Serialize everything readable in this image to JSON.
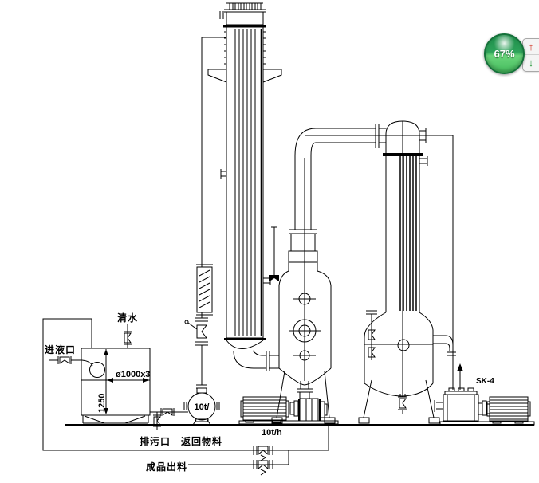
{
  "zoom_widget": {
    "value": "67%",
    "up_arrow": "↑",
    "down_arrow": "↓"
  },
  "labels": {
    "clean_water": "清水",
    "feed_inlet": "进液口",
    "drain_port": "排污口",
    "return_material": "返回物料",
    "product_outlet": "成品出料",
    "tank_diameter": "ø1000x3",
    "tank_height": "1250",
    "circ_pump_flow": "10t/",
    "pump_flow": "10t/h",
    "vacuum_pump_model": "SK-4"
  },
  "colors": {
    "line": "#000000",
    "background": "#ffffff",
    "badge_green": "#2ea35a",
    "badge_rim": "#15713a",
    "arrow_up_red": "#cc2211",
    "arrow_down_green": "#2a9a3d",
    "panel_gray": "#f4f4f4"
  }
}
